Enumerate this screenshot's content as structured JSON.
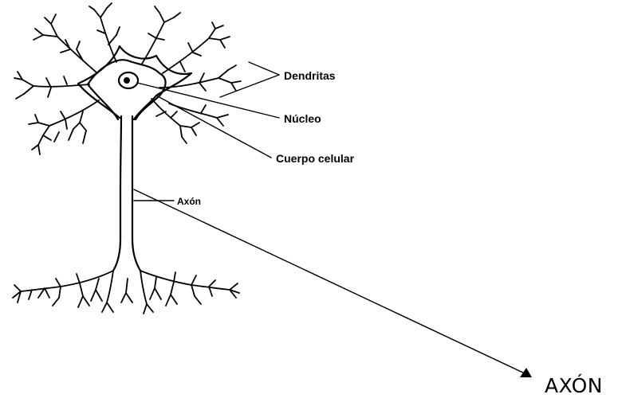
{
  "diagram": {
    "labels": {
      "dendritas": "Dendritas",
      "nucleo": "Núcleo",
      "cuerpo_celular": "Cuerpo celular",
      "axon_small": "Axón"
    },
    "callout": {
      "text": "AXÓN"
    },
    "colors": {
      "ink": "#000000",
      "background": "#ffffff"
    }
  }
}
